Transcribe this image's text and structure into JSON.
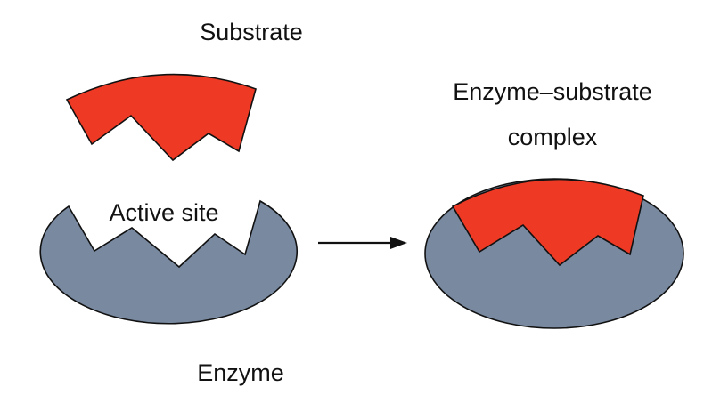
{
  "diagram": {
    "labels": {
      "substrate": "Substrate",
      "active_site": "Active site",
      "enzyme": "Enzyme",
      "complex_line1": "Enzyme–substrate",
      "complex_line2": "complex"
    },
    "colors": {
      "substrate": "#ee3a24",
      "enzyme": "#7889a0",
      "outline": "#111111",
      "background": "#ffffff"
    }
  }
}
